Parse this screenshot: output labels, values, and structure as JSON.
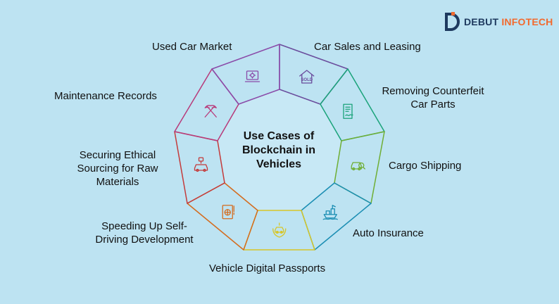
{
  "brand": {
    "name_part1": "DEBUT",
    "name_part2": "INFOTECH",
    "colors": {
      "dark": "#1e3a5f",
      "accent": "#f26a2e"
    }
  },
  "center": {
    "line1": "Use Cases of",
    "line2": "Blockchain in",
    "line3": "Vehicles"
  },
  "segments": [
    {
      "key": "used-car-market",
      "icon": "house-sold-icon",
      "color": "#6a4c9c",
      "label_lines": [
        "Used Car Market"
      ]
    },
    {
      "key": "car-sales-leasing",
      "icon": "contract-icon",
      "color": "#1aa37a",
      "label_lines": [
        "Car Sales and Leasing"
      ]
    },
    {
      "key": "counterfeit-parts",
      "icon": "car-search-icon",
      "color": "#6fae34",
      "label_lines": [
        "Removing Counterfeit",
        "Car Parts"
      ]
    },
    {
      "key": "cargo-shipping",
      "icon": "cargo-ship-icon",
      "color": "#1b8eb3",
      "label_lines": [
        "Cargo Shipping"
      ]
    },
    {
      "key": "auto-insurance",
      "icon": "insured-car-icon",
      "color": "#d7c628",
      "label_lines": [
        "Auto Insurance"
      ]
    },
    {
      "key": "digital-passports",
      "icon": "passport-icon",
      "color": "#d46c1e",
      "label_lines": [
        "Vehicle Digital Passports"
      ]
    },
    {
      "key": "self-driving",
      "icon": "robot-car-icon",
      "color": "#c43b3b",
      "label_lines": [
        "Speeding Up Self-",
        "Driving Development"
      ]
    },
    {
      "key": "ethical-sourcing",
      "icon": "pickaxes-icon",
      "color": "#b83a7a",
      "label_lines": [
        "Securing Ethical",
        "Sourcing for Raw",
        "Materials"
      ]
    },
    {
      "key": "maintenance-records",
      "icon": "laptop-gear-icon",
      "color": "#8a4aa8",
      "label_lines": [
        "Maintenance Records"
      ]
    }
  ]
}
